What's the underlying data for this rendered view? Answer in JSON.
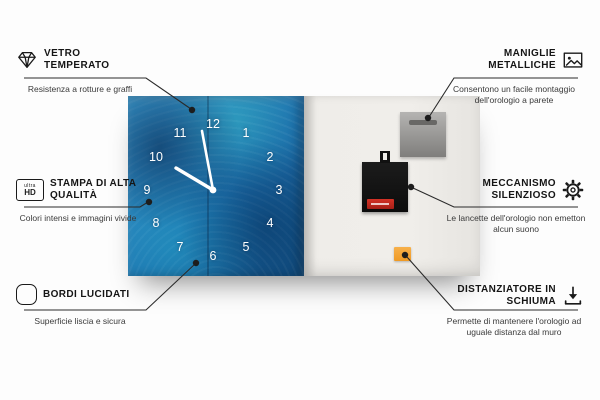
{
  "clock": {
    "numbers": [
      "1",
      "2",
      "3",
      "4",
      "5",
      "6",
      "7",
      "8",
      "9",
      "10",
      "11",
      "12"
    ]
  },
  "icons": {
    "ultra_hd_top": "ultra",
    "ultra_hd_bottom": "HD"
  },
  "callouts": {
    "vetro": {
      "title": "VETRO TEMPERATO",
      "desc": "Resistenza a rotture e graffi"
    },
    "stampa": {
      "title": "STAMPA DI ALTA QUALITÀ",
      "desc": "Colori intensi e immagini vivide"
    },
    "bordi": {
      "title": "BORDI LUCIDATI",
      "desc": "Superficie liscia e sicura"
    },
    "maniglie": {
      "title": "MANIGLIE METALLICHE",
      "desc": "Consentono un facile montaggio dell'orologio a parete"
    },
    "meccanismo": {
      "title": "MECCANISMO SILENZIOSO",
      "desc": "Le lancette dell'orologio non emetton alcun suono"
    },
    "distanziatore": {
      "title": "DISTANZIATORE IN SCHIUMA",
      "desc": "Permette di mantenere l'orologio ad uguale distanza dal muro"
    }
  },
  "colors": {
    "clock_blue": "#1c6dab",
    "foam_orange": "#f2a33c",
    "line_dark": "#2a2a2a",
    "battery_red": "#c22a1e"
  }
}
